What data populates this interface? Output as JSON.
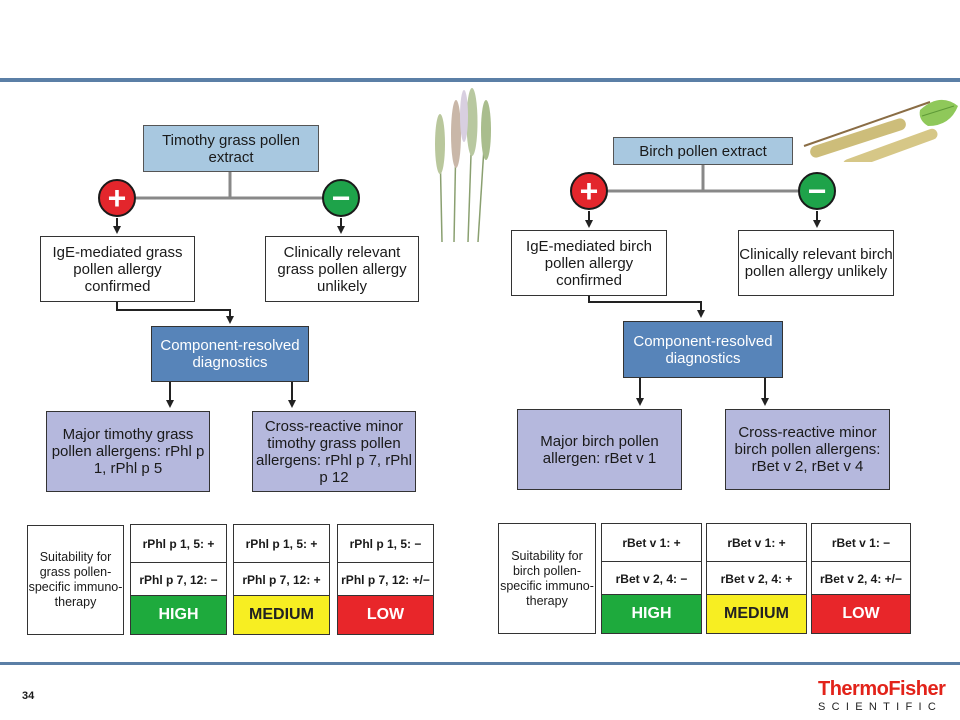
{
  "page_number": "34",
  "logo": {
    "line1": "ThermoFisher",
    "line2": "SCIENTIFIC"
  },
  "colors": {
    "accent_bar": "#5b7fa6",
    "high": "#1eaa3d",
    "medium": "#f7ee22",
    "low": "#e8262a",
    "positive": "#e3262c",
    "negative": "#1ea34a"
  },
  "left": {
    "extract": "Timothy grass pollen extract",
    "positive_symbol": "+",
    "negative_symbol": "−",
    "confirmed": "IgE-mediated grass pollen allergy confirmed",
    "unlikely": "Clinically relevant grass pollen allergy unlikely",
    "crd": "Component-resolved diagnostics",
    "major": "Major timothy grass pollen allergens: rPhl p 1, rPhl p 5",
    "minor": "Cross-reactive minor timothy grass pollen allergens: rPhl p 7, rPhl p 12",
    "suitability": "Suitability for grass pollen-specific immuno-therapy",
    "results": [
      {
        "row1": "rPhl p 1, 5: +",
        "row2": "rPhl p 7, 12: −",
        "level": "HIGH"
      },
      {
        "row1": "rPhl p 1, 5: +",
        "row2": "rPhl p 7, 12: +",
        "level": "MEDIUM"
      },
      {
        "row1": "rPhl p 1, 5: −",
        "row2": "rPhl p 7, 12: +/−",
        "level": "LOW"
      }
    ]
  },
  "right": {
    "extract": "Birch pollen extract",
    "positive_symbol": "+",
    "negative_symbol": "−",
    "confirmed": "IgE-mediated birch pollen allergy confirmed",
    "unlikely": "Clinically relevant birch pollen allergy unlikely",
    "crd": "Component-resolved diagnostics",
    "major": "Major birch pollen allergen: rBet v 1",
    "minor": "Cross-reactive minor birch pollen allergens: rBet v 2, rBet v 4",
    "suitability": "Suitability for birch pollen-specific immuno-therapy",
    "results": [
      {
        "row1": "rBet v 1: +",
        "row2": "rBet v 2, 4: −",
        "level": "HIGH"
      },
      {
        "row1": "rBet v 1: +",
        "row2": "rBet v 2, 4: +",
        "level": "MEDIUM"
      },
      {
        "row1": "rBet v 1: −",
        "row2": "rBet v 2, 4: +/−",
        "level": "LOW"
      }
    ]
  }
}
